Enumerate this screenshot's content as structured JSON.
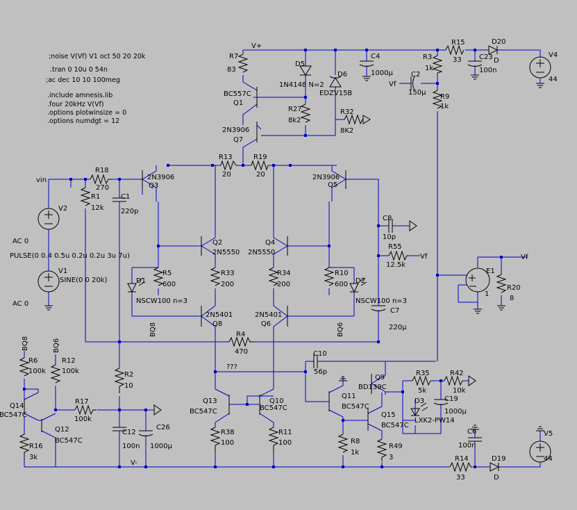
{
  "directives": [
    ";noise V(Vf) V1 oct 50 20 20k",
    ".tran 0 10u 0 54n",
    ";ac dec 10 10 100meg",
    ".include amnesis.lib",
    ".four 20kHz V(Vf)",
    ".options plotwinsize = 0",
    ".options numdgt = 12"
  ],
  "sources": {
    "v2_ac": "AC 0",
    "v2_pulse": "PULSE(0 0.4 0.5u 0.2u 0.2u 3u 7u)",
    "v1_sine": "SINE(0 0 20k)",
    "v1_ac": "AC 0"
  },
  "nets": {
    "vplus": "V+",
    "vminus": "V-",
    "vin": "vin",
    "vf_c2": "Vf",
    "vf_r55": "Vf",
    "vf_e1": "Vf",
    "bq8_bot": "BQ8",
    "bq6_bot": "BQ6",
    "bq8_top": "BQ8",
    "bq6_top": "BQ6",
    "unknown": "???"
  },
  "components": {
    "R7": {
      "name": "R7",
      "value": "83"
    },
    "D5": {
      "name": "D5",
      "value": "1N4148 N=2"
    },
    "D6": {
      "name": "D6",
      "value": "EDZV15B"
    },
    "C4": {
      "name": "C4",
      "value": "1000µ"
    },
    "R3": {
      "name": "R3",
      "value": "1k"
    },
    "R15": {
      "name": "R15",
      "value": "33"
    },
    "C23": {
      "name": "C23",
      "value": "100n"
    },
    "D20": {
      "name": "D20",
      "value": "D"
    },
    "V4": {
      "name": "V4",
      "value": "44"
    },
    "C2": {
      "name": "C2",
      "value": "150µ"
    },
    "R9": {
      "name": "R9",
      "value": "1k"
    },
    "Q1": {
      "name": "Q1",
      "value": "BC557C"
    },
    "R27": {
      "name": "R27",
      "value": "8k2"
    },
    "Q7": {
      "name": "Q7",
      "value": "2N3906"
    },
    "R32": {
      "name": "R32",
      "value": "8K2"
    },
    "R13": {
      "name": "R13",
      "value": "20"
    },
    "R19": {
      "name": "R19",
      "value": "20"
    },
    "R18": {
      "name": "R18",
      "value": "270"
    },
    "Q3": {
      "name": "Q3",
      "value": "2N3906"
    },
    "Q5": {
      "name": "Q5",
      "value": "2N3906"
    },
    "R1": {
      "name": "R1",
      "value": "12k"
    },
    "C1": {
      "name": "C1",
      "value": "220p"
    },
    "V2": {
      "name": "V2"
    },
    "C8": {
      "name": "C8",
      "value": "10p"
    },
    "Q2": {
      "name": "Q2",
      "value": "2N5550"
    },
    "Q4": {
      "name": "Q4",
      "value": "2N5550"
    },
    "R55": {
      "name": "R55",
      "value": "12.5k"
    },
    "R5": {
      "name": "R5",
      "value": "600"
    },
    "R33": {
      "name": "R33",
      "value": "200"
    },
    "R34": {
      "name": "R34",
      "value": "200"
    },
    "R10": {
      "name": "R10",
      "value": "600"
    },
    "E1": {
      "name": "E1",
      "value": "1"
    },
    "R20": {
      "name": "R20",
      "value": "8"
    },
    "V1": {
      "name": "V1"
    },
    "D1": {
      "name": "D1",
      "value": "NSCW100 n=3"
    },
    "D2": {
      "name": "D2",
      "value": "NSCW100 n=3"
    },
    "Q8": {
      "name": "Q8",
      "value": "2N5401"
    },
    "Q6": {
      "name": "Q6",
      "value": "2N5401"
    },
    "C7": {
      "name": "C7",
      "value": "220µ"
    },
    "R4": {
      "name": "R4",
      "value": "470"
    },
    "C10": {
      "name": "C10",
      "value": "56p"
    },
    "R6": {
      "name": "R6",
      "value": "100k"
    },
    "R12": {
      "name": "R12",
      "value": "100k"
    },
    "R2": {
      "name": "R2",
      "value": "10"
    },
    "Q9": {
      "name": "Q9",
      "value": "BD139C"
    },
    "R35": {
      "name": "R35",
      "value": "5k"
    },
    "R42": {
      "name": "R42",
      "value": "10k"
    },
    "Q11": {
      "name": "Q11",
      "value": "BC547C"
    },
    "D3": {
      "name": "D3",
      "value": "LXK2-PW14"
    },
    "C19": {
      "name": "C19",
      "value": "1000µ"
    },
    "Q14": {
      "name": "Q14",
      "value": "BC547C"
    },
    "R17": {
      "name": "R17",
      "value": "100k"
    },
    "Q12": {
      "name": "Q12",
      "value": "BC547C"
    },
    "Q13": {
      "name": "Q13",
      "value": "BC547C"
    },
    "Q10": {
      "name": "Q10",
      "value": "BC547C"
    },
    "Q15": {
      "name": "Q15",
      "value": "BC547C"
    },
    "C26": {
      "name": "C26",
      "value": "1000µ"
    },
    "R16": {
      "name": "R16",
      "value": "3k"
    },
    "C12": {
      "name": "C12",
      "value": "100n"
    },
    "R38": {
      "name": "R38",
      "value": "100"
    },
    "R11": {
      "name": "R11",
      "value": "100"
    },
    "R8": {
      "name": "R8",
      "value": "1k"
    },
    "R49": {
      "name": "R49",
      "value": "3"
    },
    "C6": {
      "name": "C6",
      "value": "100n"
    },
    "V5": {
      "name": "V5",
      "value": "44"
    },
    "R14": {
      "name": "R14",
      "value": "33"
    },
    "D19": {
      "name": "D19",
      "value": "D"
    }
  }
}
